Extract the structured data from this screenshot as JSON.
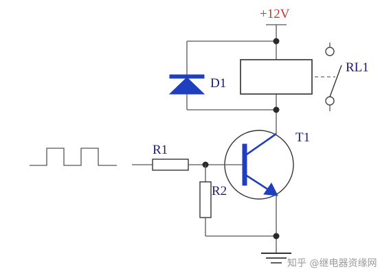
{
  "labels": {
    "supply": "+12V",
    "diode": "D1",
    "relay": "RL1",
    "transistor": "T1",
    "resistor1": "R1",
    "resistor2": "R2"
  },
  "watermark": "知乎 @继电器资缘网",
  "colors": {
    "wire": "#555555",
    "component_blue": "#1f3fbf",
    "supply_label": "#c0392b",
    "label_text": "#1c1c6b"
  }
}
